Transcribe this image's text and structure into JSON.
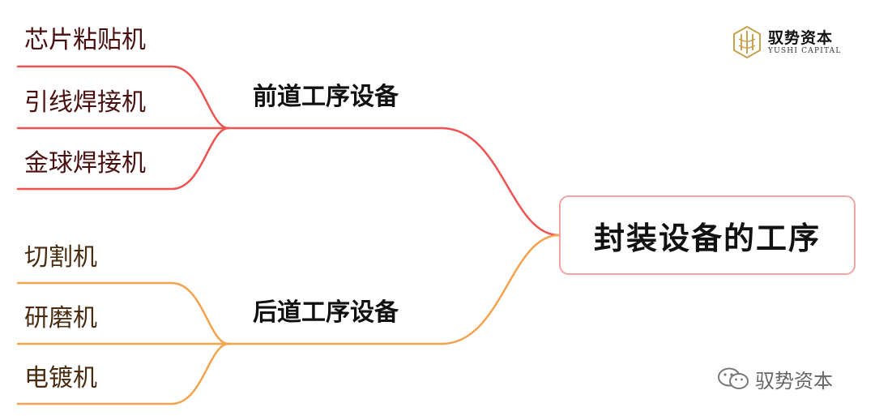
{
  "root": {
    "label": "封装设备的工序"
  },
  "groups": [
    {
      "label": "前道工序设备",
      "leaves": [
        "芯片粘贴机",
        "引线焊接机",
        "金球焊接机"
      ]
    },
    {
      "label": "后道工序设备",
      "leaves": [
        "切割机",
        "研磨机",
        "电镀机"
      ]
    }
  ],
  "logo": {
    "name": "驭势资本",
    "subtitle": "YUSHI CAPITAL",
    "mark_icon": "yushi-logo-icon"
  },
  "watermark": {
    "text": "驭势资本",
    "icon": "wechat-icon"
  },
  "colors": {
    "front_branch": "#f05252",
    "back_branch": "#f4a24c",
    "root_border": "#f2a3a6"
  }
}
